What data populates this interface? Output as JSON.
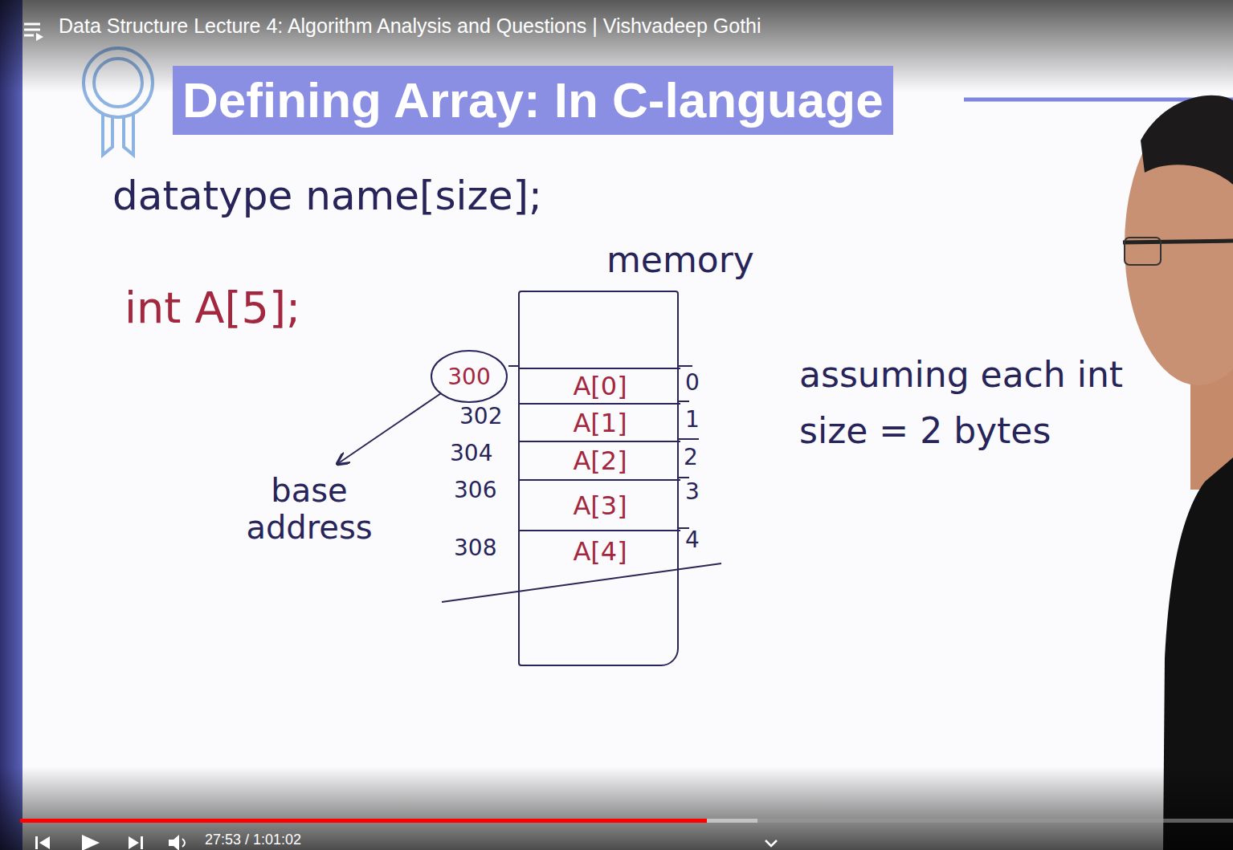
{
  "diagram": {
    "title": "Defining Array: In C-language",
    "nodes": [
      {
        "text": [
          "memory"
        ]
      },
      {
        "text": [
          "A[0]"
        ],
        "in": 0
      },
      {
        "text": [
          "A[1]"
        ],
        "in": 0
      },
      {
        "text": [
          "A[2]"
        ],
        "in": 0
      },
      {
        "text": [
          "A[3]"
        ],
        "in": 0
      },
      {
        "text": [
          "A[4]"
        ],
        "in": 0
      },
      {
        "text": [
          "300"
        ]
      }
    ],
    "labels": [
      "Data Structure Lecture 4: Algorithm Analysis and Questions | Vishvadeep Gothi",
      "datatype name[size];",
      "int A[5];",
      "302",
      "304",
      "306",
      "308",
      "0",
      "1",
      "2",
      "3",
      "4",
      "base address",
      "assuming each int size = 2 bytes",
      "27:53 / 1:01:02"
    ]
  }
}
